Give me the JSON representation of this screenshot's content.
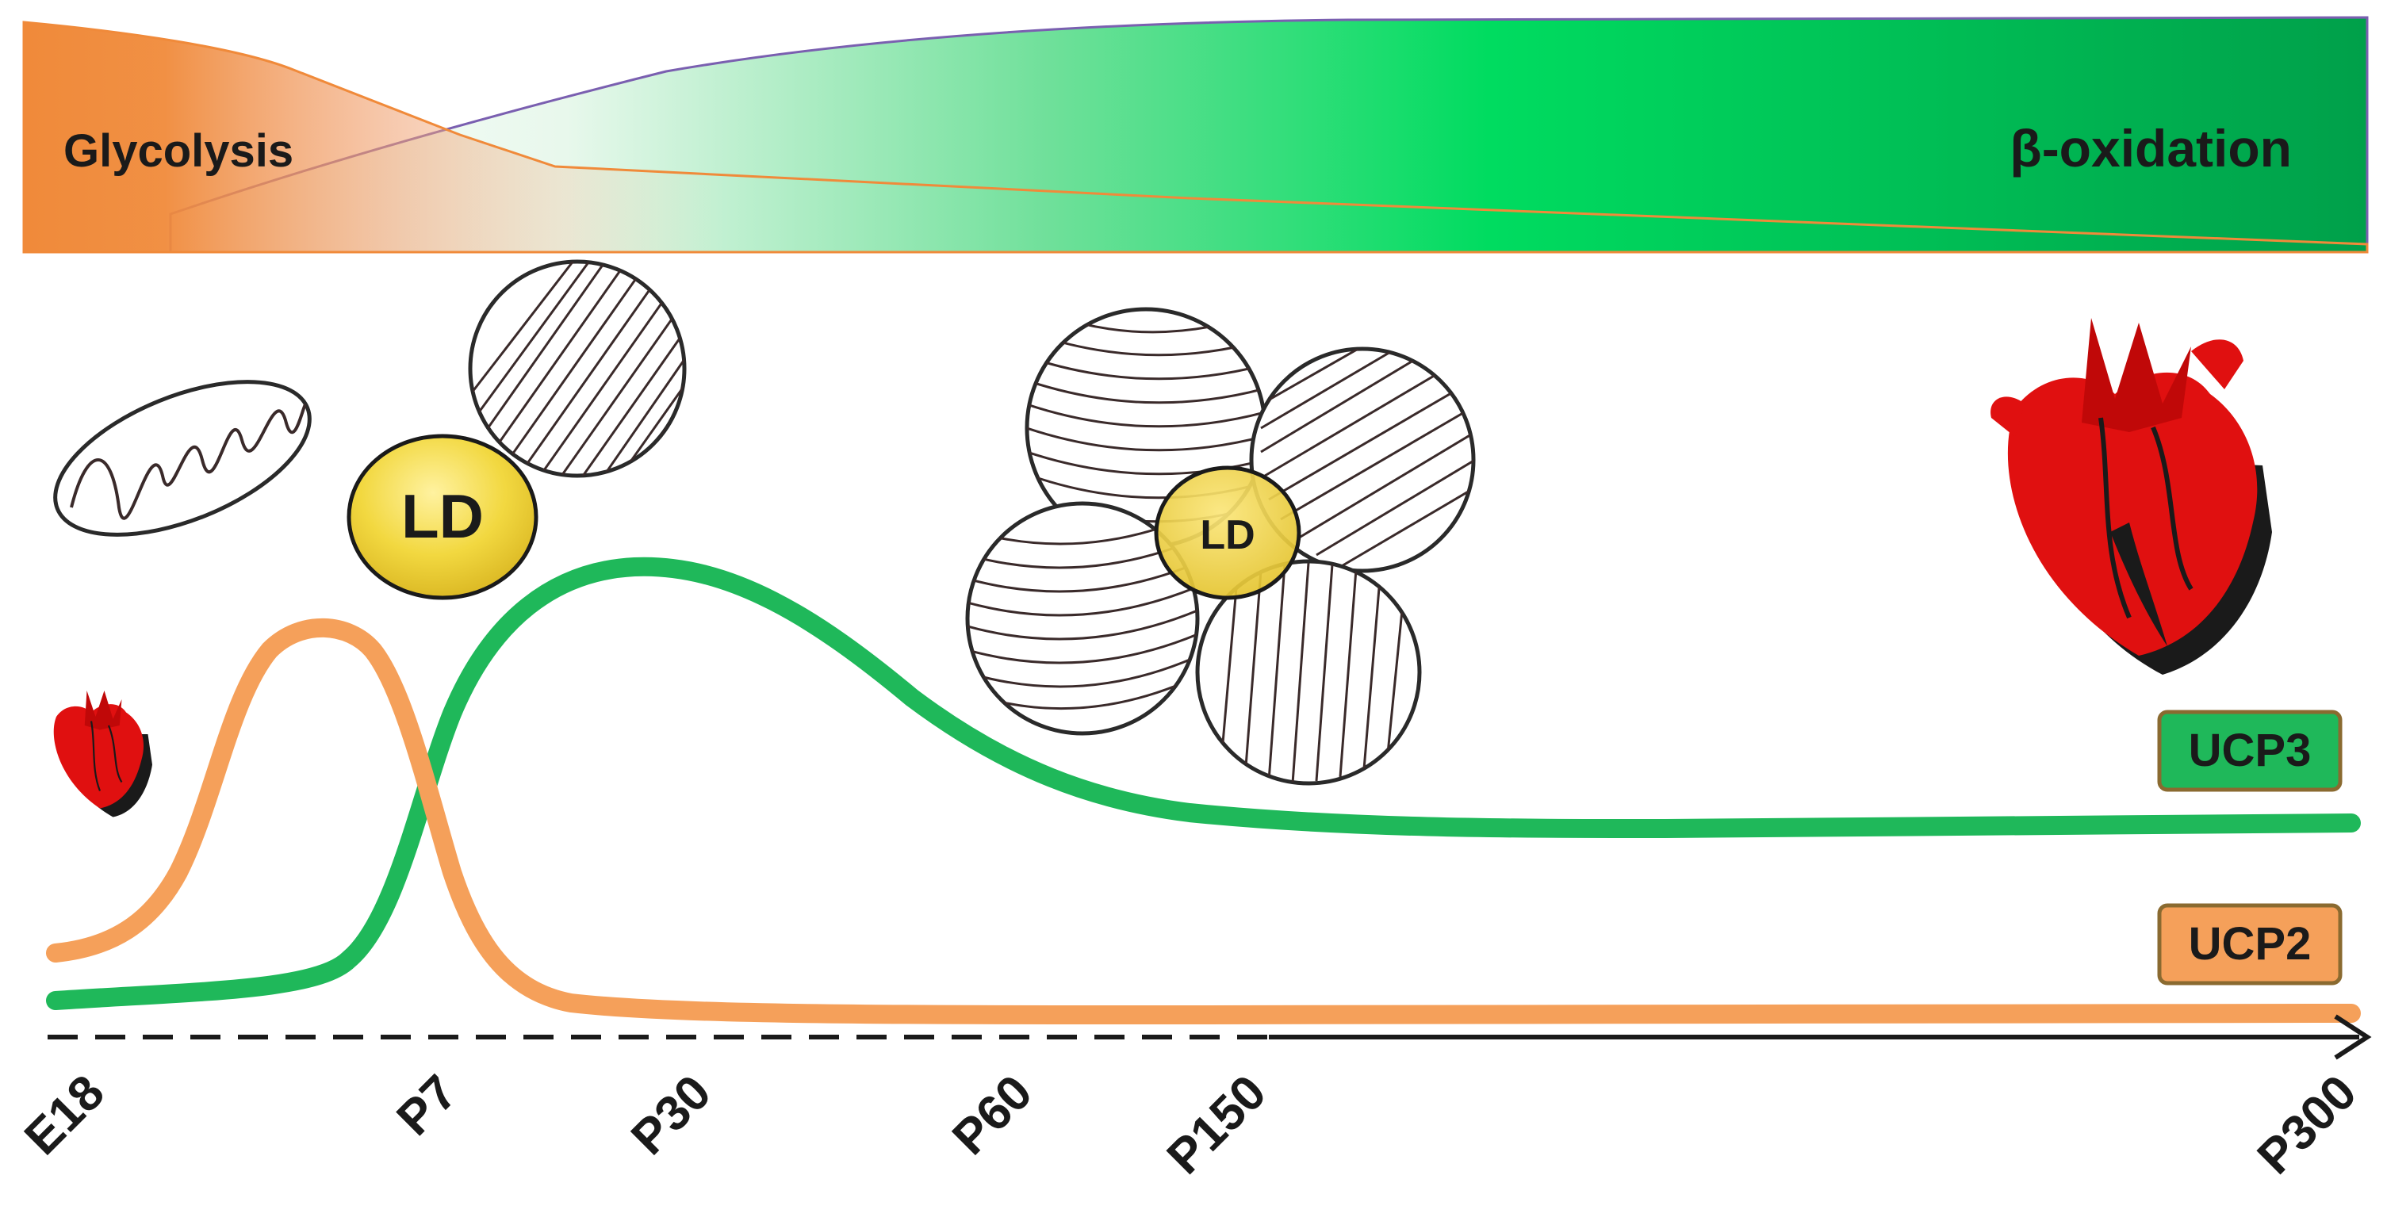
{
  "banner": {
    "left_label": "Glycolysis",
    "right_label": "β-oxidation"
  },
  "droplets": {
    "large_label": "LD",
    "small_label": "LD"
  },
  "legend": {
    "ucp3": "UCP3",
    "ucp2": "UCP2"
  },
  "timeline": {
    "ticks": [
      "E18",
      "P7",
      "P30",
      "P60",
      "P150",
      "P300"
    ]
  },
  "colors": {
    "glycolysis_orange": "#f08a3a",
    "oxidation_green": "#00a850",
    "ucp3_line": "#1fb85a",
    "ucp2_line": "#f5a05a",
    "lipid_droplet": "#f0d23a",
    "heart_red": "#e01010"
  },
  "icons": [
    "mitochondrion-icon",
    "lipid-droplet-icon",
    "heart-icon"
  ]
}
